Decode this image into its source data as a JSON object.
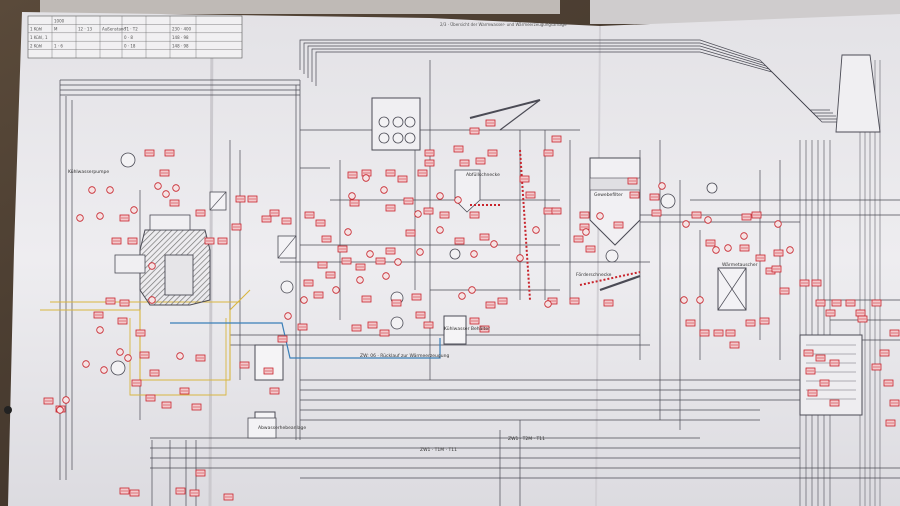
{
  "photo": {
    "subject": "P&ID drawing",
    "colors": {
      "paper": "#e9e8ec",
      "paper_shadow": "#c9c7cc",
      "background": "#4a3a2c",
      "line": "#4b4b55",
      "red_box": "#c8242c",
      "red_fill": "#f3c9cc",
      "yellow": "#d8b640",
      "blue": "#3a7fb8",
      "hatch": "#777"
    }
  },
  "title_block": {
    "header": "2/3 · Übersicht der Warmwasser- und Wärmeerzeugungsanlage",
    "table_rows": [
      [
        "",
        "1000",
        "",
        "",
        "",
        "",
        "",
        ""
      ],
      [
        "1 Kühl",
        "M",
        "12 · 13",
        "Außenstand",
        "T1 · T2",
        "",
        "230 · 400",
        ""
      ],
      [
        "1 Kühl, 1",
        "",
        "",
        "",
        "0 · 8",
        "",
        "148 · 98",
        ""
      ],
      [
        "2 Kühl",
        "1 · 6",
        "",
        "",
        "0 · 18",
        "",
        "148 · 98",
        ""
      ],
      [
        "",
        "",
        "",
        "",
        "",
        "",
        "",
        ""
      ]
    ]
  },
  "labels": {
    "feed": "Abwasserhebeanlage",
    "return": "ZW: 06 · Rücklauf zur Wärmeerzeugung",
    "bottom_line": "ZW1 · T1M · T11",
    "bottom_line2": "ZW1 · T2M · T11",
    "tank": "Kühlwasser Behälter",
    "silo": "Abfüllschnecke",
    "screw": "Förderschnecke",
    "pump": "Kühlwasserpumpe",
    "filter": "Gewebefilter",
    "exchanger": "Wärmetauscher"
  }
}
